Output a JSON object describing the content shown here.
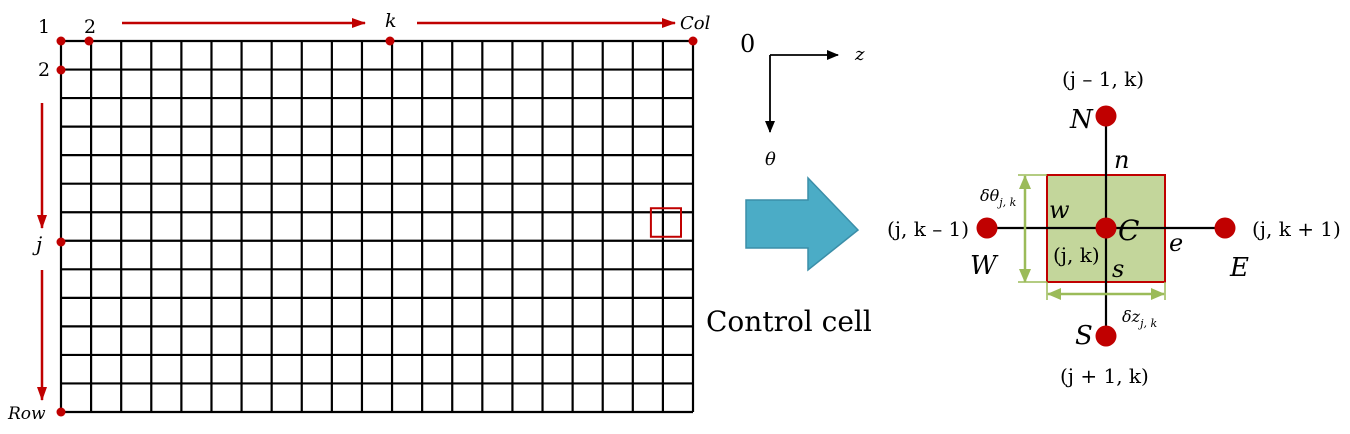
{
  "grid": {
    "rows": 13,
    "cols": 21,
    "label_1": "1",
    "label_2_top": "2",
    "label_2_left": "2",
    "label_k": "k",
    "label_col": "Col",
    "label_j": "j",
    "label_row": "Row",
    "highlight_cell": {
      "row": 6,
      "col": 20
    }
  },
  "axes": {
    "origin": "0",
    "z": "z",
    "theta": "θ"
  },
  "caption": "Control cell",
  "stencil": {
    "north_coord": "(j – 1, k)",
    "south_coord": "(j + 1, k)",
    "west_coord": "(j, k – 1)",
    "east_coord": "(j, k + 1)",
    "center_coord": "(j, k)",
    "N": "N",
    "S": "S",
    "W": "W",
    "E": "E",
    "C": "C",
    "n": "n",
    "s": "s",
    "w": "w",
    "e": "e",
    "dtheta": "δθ",
    "dtheta_sub": "j, k",
    "dz": "δz",
    "dz_sub": "j, k"
  },
  "colors": {
    "red": "#c00000",
    "grid": "#000000",
    "arrow_fill": "#4bacc6",
    "arrow_stroke": "#3b8ea8",
    "cell_fill": "#c3d69b",
    "dim_green": "#9bbb59"
  }
}
